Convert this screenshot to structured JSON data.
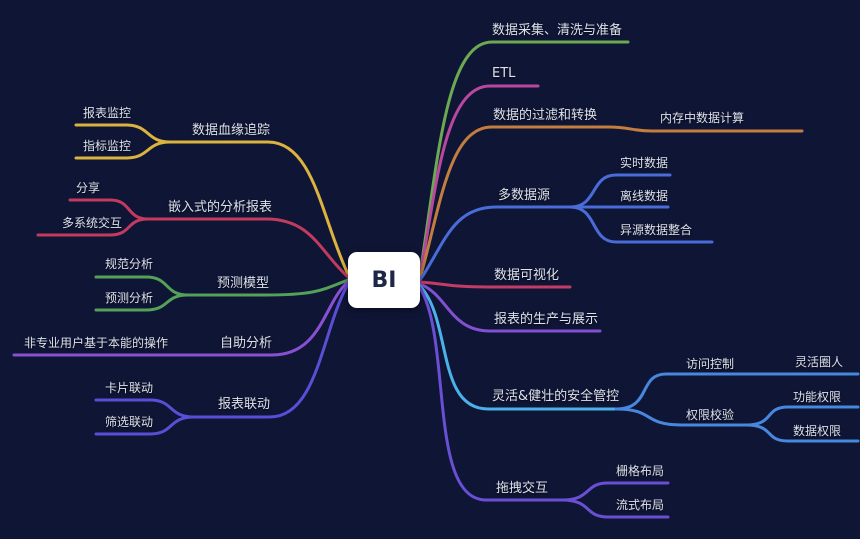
{
  "center": {
    "label": "BI"
  },
  "colors": {
    "yellow": "#dbb33e",
    "crimson": "#c23b5f",
    "green_left": "#55a159",
    "purple": "#8a50d2",
    "indigo": "#5a4ed6",
    "green_right": "#6ca952",
    "magenta": "#b8489e",
    "orange": "#c27d3f",
    "blue": "#4a6cd8",
    "rose": "#c43b66",
    "violet": "#8350d4",
    "cyan": "#4cb1e8",
    "subblue": "#4787dd",
    "violet2": "#6a4fd4",
    "background": "#0f1535",
    "text": "#dce1ec"
  },
  "right_branches": [
    {
      "label": "数据采集、清洗与准备"
    },
    {
      "label": "ETL"
    },
    {
      "label": "数据的过滤和转换",
      "children": [
        {
          "label": "内存中数据计算"
        }
      ]
    },
    {
      "label": "多数据源",
      "children": [
        {
          "label": "实时数据"
        },
        {
          "label": "离线数据"
        },
        {
          "label": "异源数据整合"
        }
      ]
    },
    {
      "label": "数据可视化"
    },
    {
      "label": "报表的生产与展示"
    },
    {
      "label": "灵活&健壮的安全管控",
      "children": [
        {
          "label": "访问控制",
          "children": [
            {
              "label": "灵活圈人"
            }
          ]
        },
        {
          "label": "权限校验",
          "children": [
            {
              "label": "功能权限"
            },
            {
              "label": "数据权限"
            }
          ]
        }
      ]
    },
    {
      "label": "拖拽交互",
      "children": [
        {
          "label": "栅格布局"
        },
        {
          "label": "流式布局"
        }
      ]
    }
  ],
  "left_branches": [
    {
      "label": "数据血缘追踪",
      "children": [
        {
          "label": "报表监控"
        },
        {
          "label": "指标监控"
        }
      ]
    },
    {
      "label": "嵌入式的分析报表",
      "children": [
        {
          "label": "分享"
        },
        {
          "label": "多系统交互"
        }
      ]
    },
    {
      "label": "预测模型",
      "children": [
        {
          "label": "规范分析"
        },
        {
          "label": "预测分析"
        }
      ]
    },
    {
      "label": "自助分析",
      "children": [
        {
          "label": "非专业用户基于本能的操作"
        }
      ]
    },
    {
      "label": "报表联动",
      "children": [
        {
          "label": "卡片联动"
        },
        {
          "label": "筛选联动"
        }
      ]
    }
  ]
}
